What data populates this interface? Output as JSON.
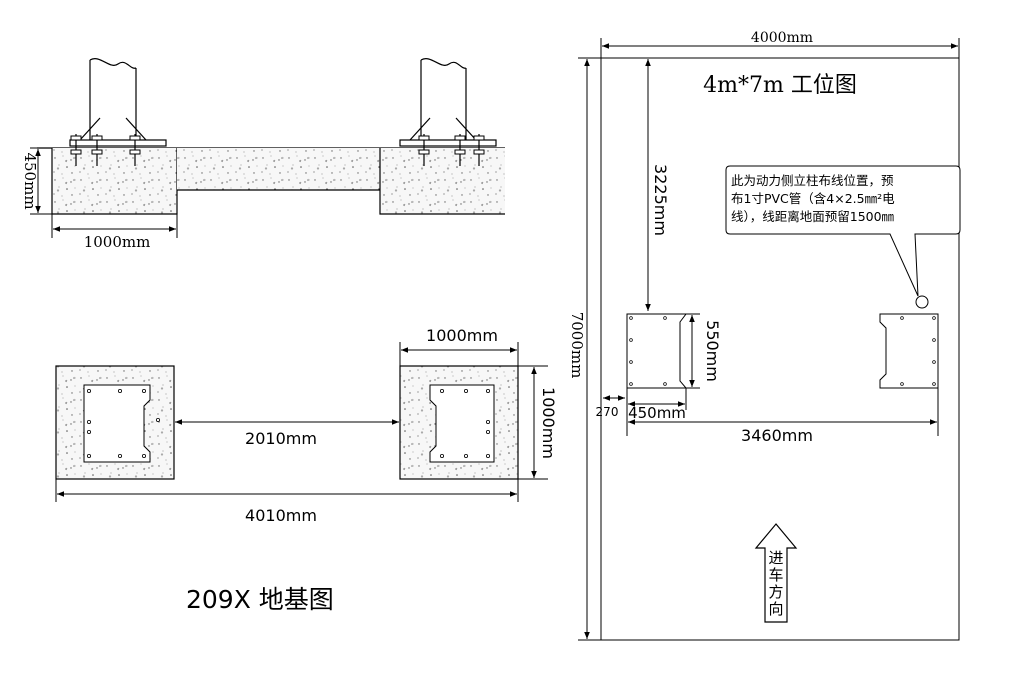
{
  "elevation": {
    "height_label": "450mm",
    "width_label": "1000mm"
  },
  "plan": {
    "pad_width_label": "1000mm",
    "pad_depth_label": "1000mm",
    "gap_label": "2010mm",
    "total_label": "4010mm"
  },
  "foundation_title": "209X 地基图",
  "workstation": {
    "title": "4m*7m 工位图",
    "width_label": "4000mm",
    "length_label": "7000mm",
    "offset_top_label": "3225mm",
    "post_depth_label": "550mm",
    "post_width_label": "450mm",
    "side_offset_label": "270",
    "post_span_label": "3460mm",
    "callout_lines": [
      "此为动力侧立柱布线位置，预",
      "布1寸PVC管（含4×2.5㎜²电",
      "线），线距离地面预留1500㎜"
    ],
    "entry_label": "进车方向"
  }
}
